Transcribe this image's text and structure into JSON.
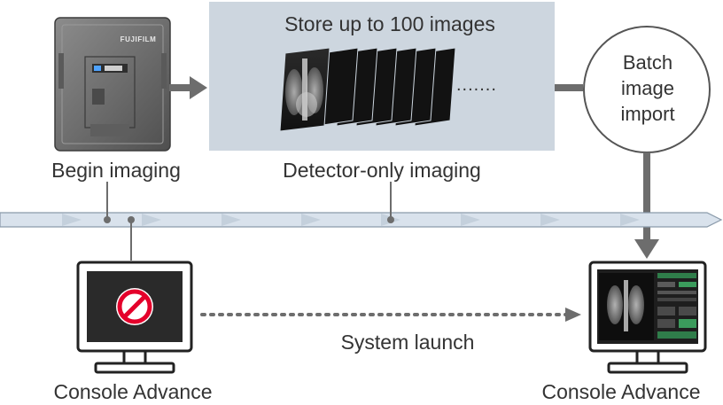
{
  "title": "Store up to 100 images",
  "steps": {
    "begin_imaging": "Begin imaging",
    "detector_only_imaging": "Detector-only imaging",
    "batch_import": [
      "Batch",
      "image",
      "import"
    ],
    "system_launch": "System launch",
    "console_left": "Console Advance",
    "console_right": "Console Advance"
  },
  "detector_brand": "FUJIFILM",
  "more_images_marker": ".......",
  "colors": {
    "text": "#333333",
    "panel_bg": "#cdd6df",
    "arrow_gray": "#6d6d6d",
    "timeline_fill": "#d9e2ec",
    "timeline_stroke": "#8a9aaa",
    "prohibited_red": "#e4002b"
  },
  "icons": {
    "detector": "flat-panel-detector-icon",
    "xray_stack": "xray-image-stack-icon",
    "monitor_off": "monitor-prohibited-icon",
    "monitor_on": "monitor-xray-console-icon"
  }
}
